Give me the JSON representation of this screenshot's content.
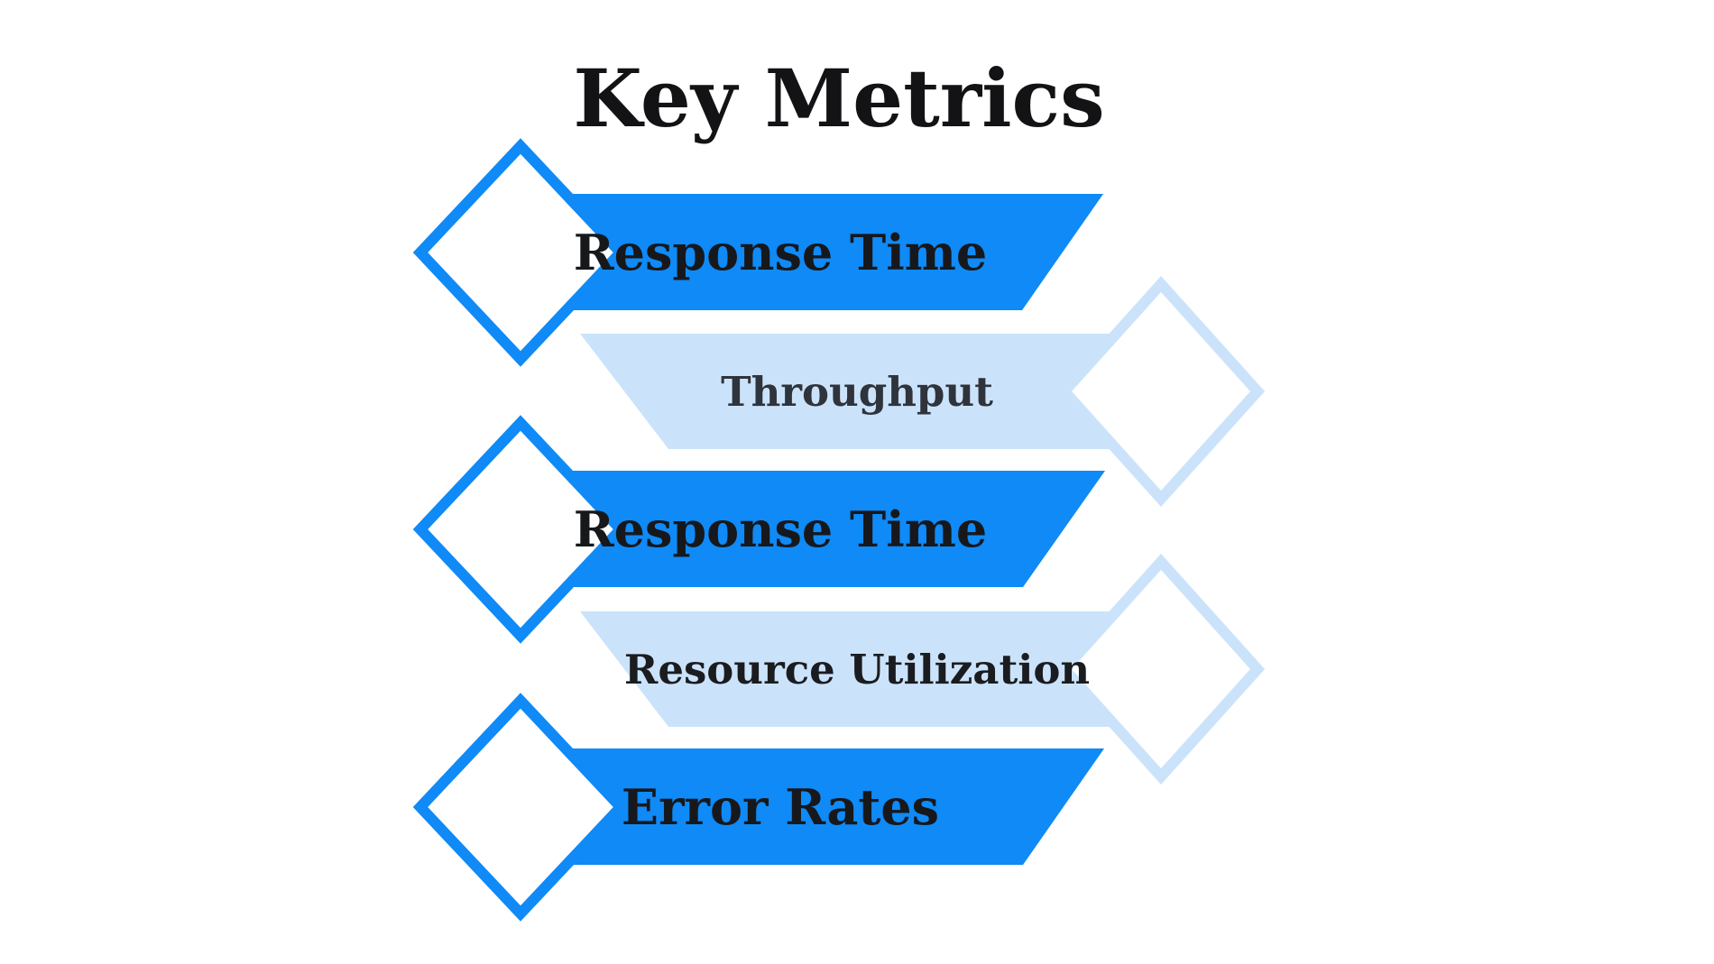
{
  "title": "Key Metrics",
  "rows": [
    {
      "label": "Response Time",
      "variant": "dark",
      "diamond_side": "left"
    },
    {
      "label": "Throughput",
      "variant": "light",
      "diamond_side": "right"
    },
    {
      "label": "Response Time",
      "variant": "dark",
      "diamond_side": "left"
    },
    {
      "label": "Resource Utilization",
      "variant": "light",
      "diamond_side": "right"
    },
    {
      "label": "Error Rates",
      "variant": "dark",
      "diamond_side": "left"
    }
  ],
  "colors": {
    "dark_blue": "#0f8af6",
    "light_blue": "#cbe3fa",
    "label_dark": "#17181c",
    "label_muted": "#2f333b",
    "label_strong": "#1b1c20",
    "title_text": "#131316",
    "background": "#ffffff"
  }
}
